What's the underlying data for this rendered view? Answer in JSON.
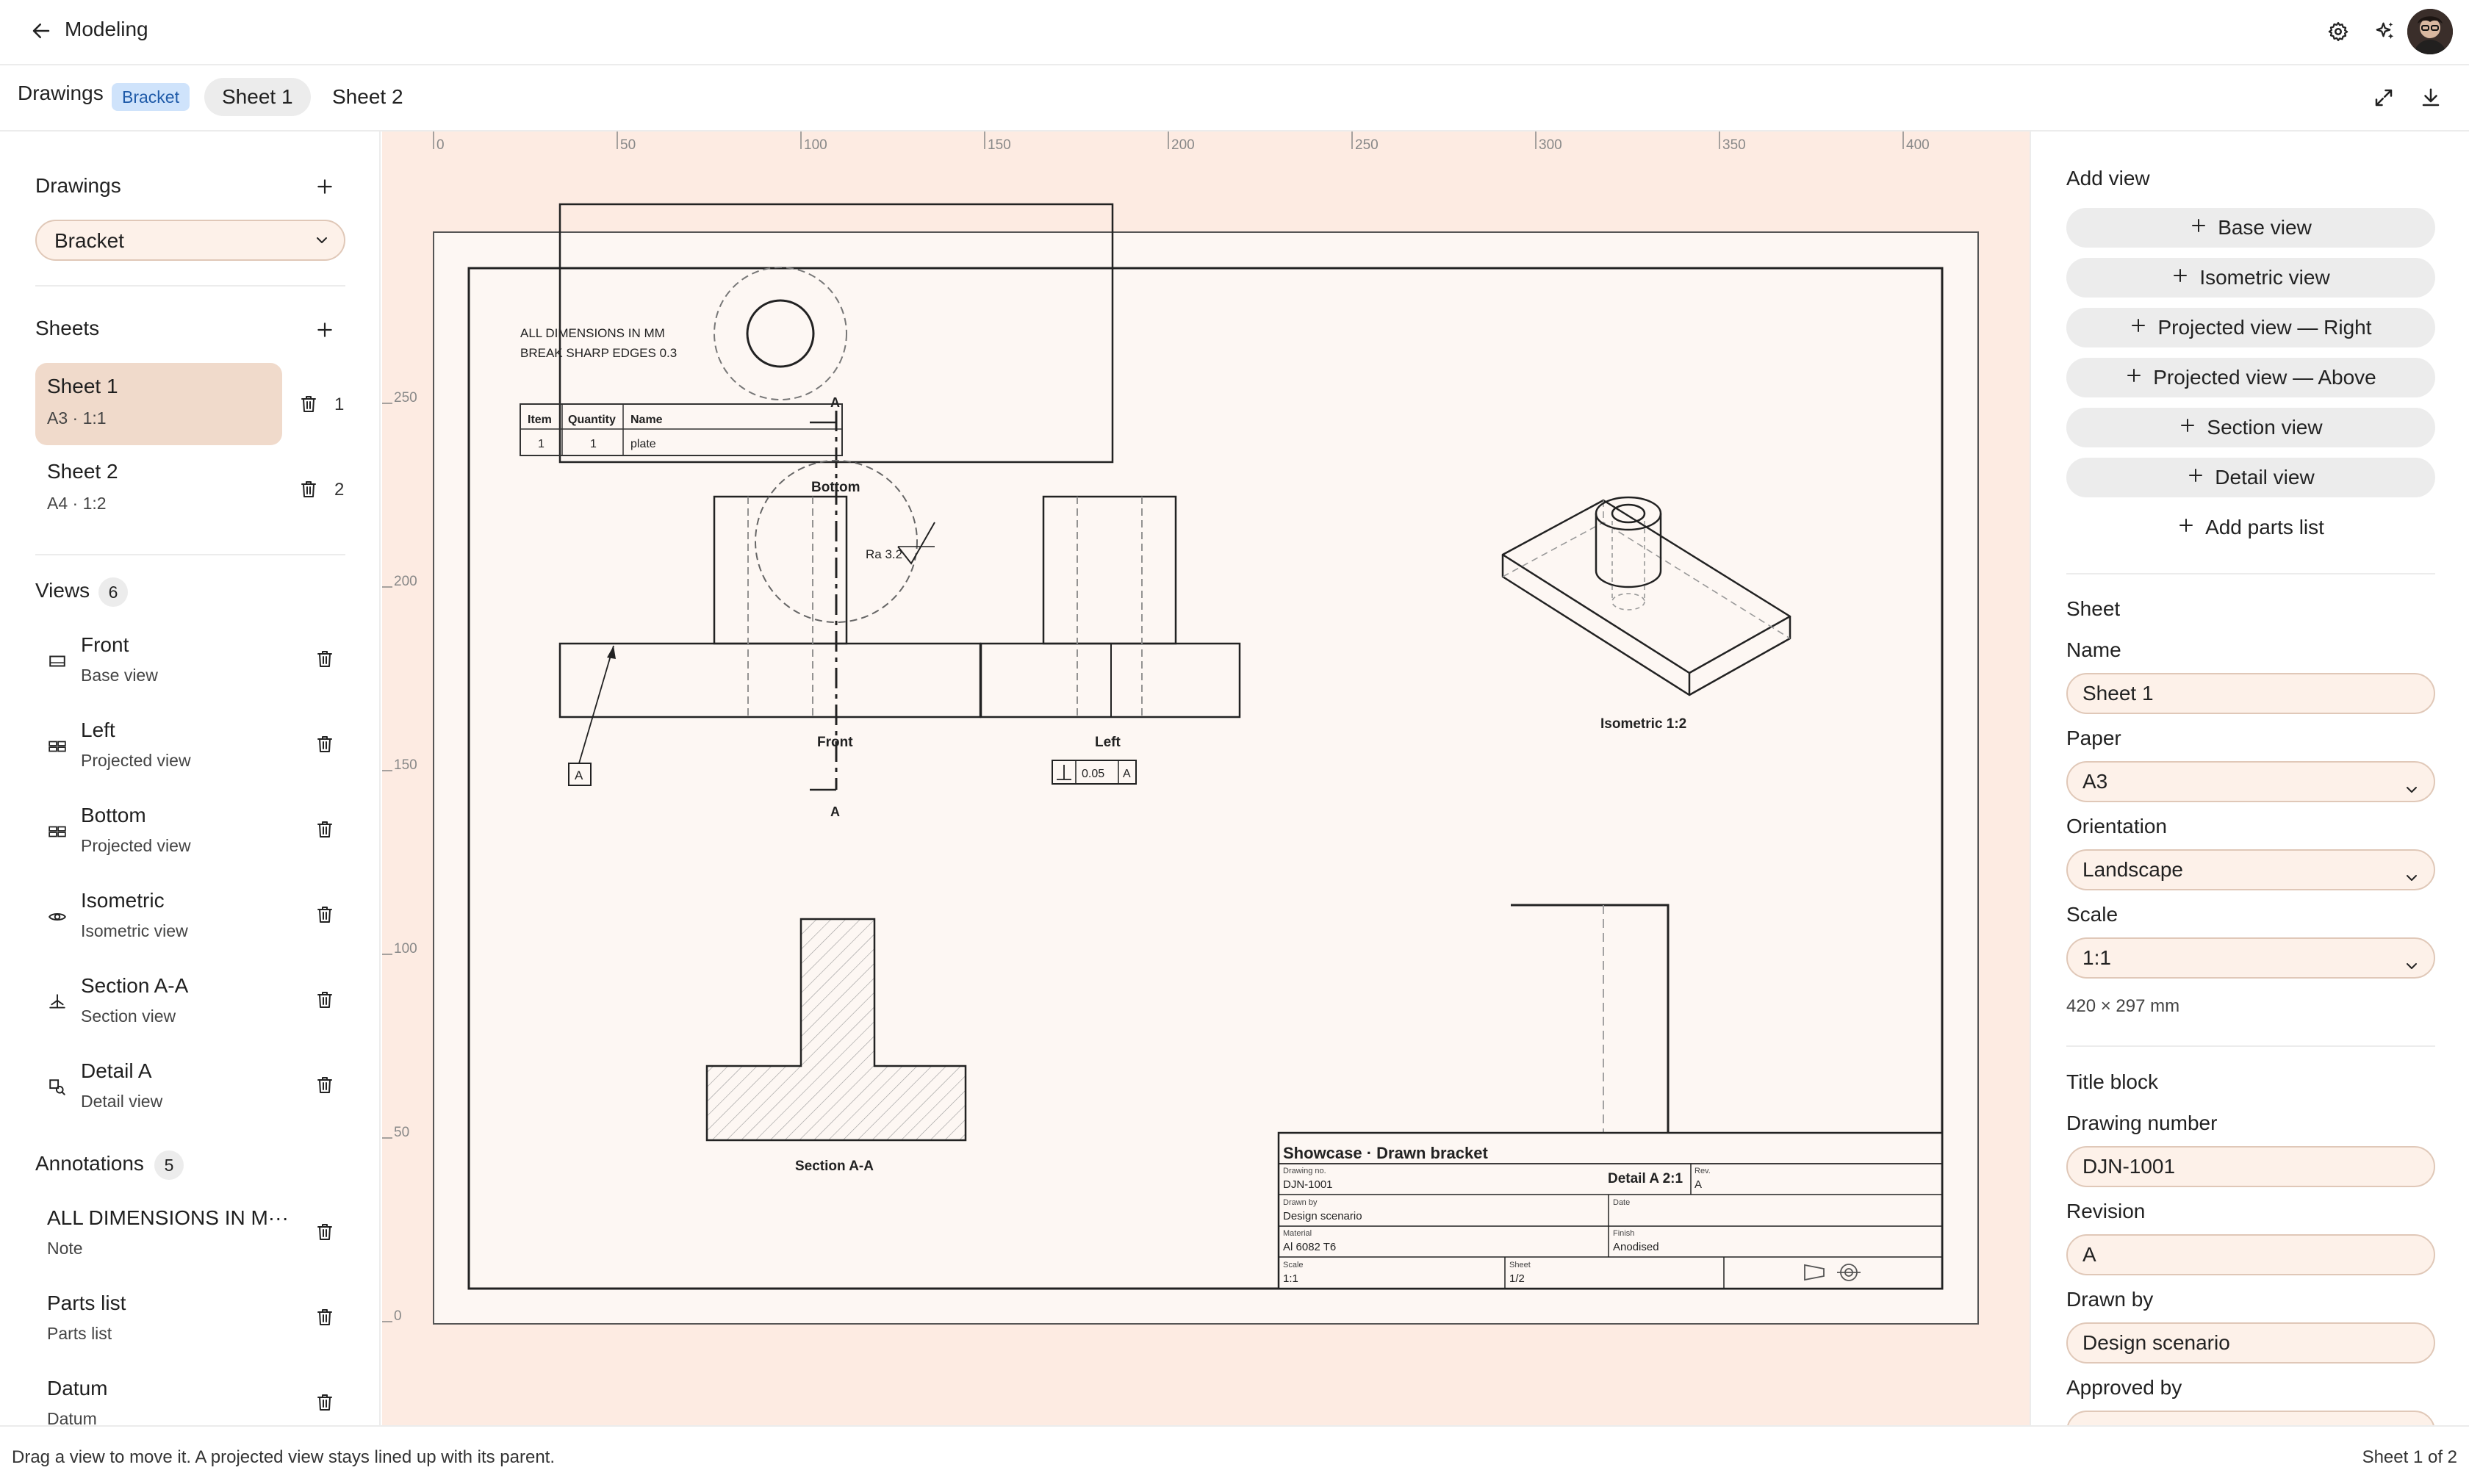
{
  "header": {
    "title": "Modeling"
  },
  "tabbar": {
    "drawings_label": "Drawings",
    "badge": "Bracket",
    "tabs": [
      {
        "label": "Sheet 1",
        "active": true
      },
      {
        "label": "Sheet 2",
        "active": false
      }
    ]
  },
  "sidebar": {
    "drawings_title": "Drawings",
    "drawing_selected": "Bracket",
    "sheets_title": "Sheets",
    "sheets": [
      {
        "name": "Sheet 1",
        "sub": "A3 · 1:1",
        "number": "1"
      },
      {
        "name": "Sheet 2",
        "sub": "A4 · 1:2",
        "number": "2"
      }
    ],
    "views_title": "Views",
    "views_count": "6",
    "views": [
      {
        "name": "Front",
        "sub": "Base view",
        "icon": "base-view-icon"
      },
      {
        "name": "Left",
        "sub": "Projected view",
        "icon": "projected-view-icon"
      },
      {
        "name": "Bottom",
        "sub": "Projected view",
        "icon": "projected-view-icon"
      },
      {
        "name": "Isometric",
        "sub": "Isometric view",
        "icon": "isometric-view-icon"
      },
      {
        "name": "Section A-A",
        "sub": "Section view",
        "icon": "section-view-icon"
      },
      {
        "name": "Detail A",
        "sub": "Detail view",
        "icon": "detail-view-icon"
      }
    ],
    "annotations_title": "Annotations",
    "annotations_count": "5",
    "annotations": [
      {
        "name": "ALL DIMENSIONS IN M···",
        "sub": "Note"
      },
      {
        "name": "Parts list",
        "sub": "Parts list"
      },
      {
        "name": "Datum",
        "sub": "Datum"
      }
    ]
  },
  "drawing": {
    "ruler_x": [
      "0",
      "50",
      "100",
      "150",
      "200",
      "250",
      "300",
      "350",
      "400"
    ],
    "ruler_y": [
      "250",
      "200",
      "150",
      "100",
      "50",
      "0"
    ],
    "notes": [
      "ALL DIMENSIONS IN MM",
      "BREAK SHARP EDGES 0.3"
    ],
    "parts_list": {
      "headers": [
        "Item",
        "Quantity",
        "Name"
      ],
      "rows": [
        [
          "1",
          "1",
          "plate"
        ]
      ]
    },
    "labels": {
      "bottom": "Bottom",
      "front": "Front",
      "left": "Left",
      "isometric": "Isometric 1:2",
      "section": "Section A-A",
      "section_mark": "A",
      "datum": "A",
      "roughness": "Ra 3.2",
      "gdt_tolerance": "0.05",
      "gdt_datum": "A"
    },
    "title_block": {
      "title": "Showcase · Drawn bracket",
      "detail_label": "Detail A 2:1",
      "drawing_no_label": "Drawing no.",
      "drawing_no": "DJN-1001",
      "rev_label": "Rev.",
      "rev": "A",
      "drawn_by_label": "Drawn by",
      "drawn_by": "Design scenario",
      "date_label": "Date",
      "material_label": "Material",
      "material": "Al 6082 T6",
      "finish_label": "Finish",
      "finish": "Anodised",
      "scale_label": "Scale",
      "scale": "1:1",
      "sheet_label": "Sheet",
      "sheet": "1/2"
    }
  },
  "rightpanel": {
    "add_view_title": "Add view",
    "add_buttons": [
      "Base view",
      "Isometric view",
      "Projected view — Right",
      "Projected view — Above",
      "Section view",
      "Detail view"
    ],
    "add_parts_list": "Add parts list",
    "sheet_title": "Sheet",
    "name_label": "Name",
    "name_value": "Sheet 1",
    "paper_label": "Paper",
    "paper_value": "A3",
    "orientation_label": "Orientation",
    "orientation_value": "Landscape",
    "scale_label": "Scale",
    "scale_value": "1:1",
    "paper_size": "420 × 297 mm",
    "title_block_title": "Title block",
    "drawing_number_label": "Drawing number",
    "drawing_number_value": "DJN-1001",
    "revision_label": "Revision",
    "revision_value": "A",
    "drawn_by_label": "Drawn by",
    "drawn_by_value": "Design scenario",
    "approved_by_label": "Approved by"
  },
  "statusbar": {
    "hint": "Drag a view to move it. A projected view stays lined up with its parent.",
    "page": "Sheet 1 of 2"
  }
}
